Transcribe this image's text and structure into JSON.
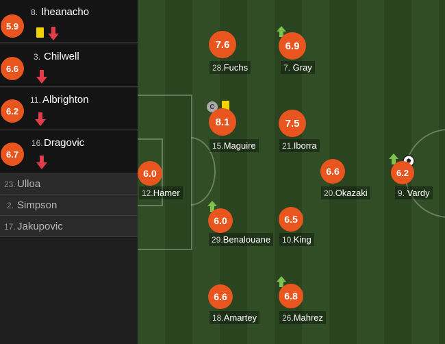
{
  "subs": [
    {
      "rating": "5.9",
      "number": "8.",
      "name": "Iheanacho",
      "yellow_card": true,
      "sub_icon": "arrow-down-icon"
    },
    {
      "rating": "6.6",
      "number": "3.",
      "name": "Chilwell",
      "yellow_card": false,
      "sub_icon": "arrow-down-icon"
    },
    {
      "rating": "6.2",
      "number": "11.",
      "name": "Albrighton",
      "yellow_card": false,
      "sub_icon": "arrow-down-icon"
    },
    {
      "rating": "6.7",
      "number": "16.",
      "name": "Dragovic",
      "yellow_card": false,
      "sub_icon": "arrow-down-icon"
    }
  ],
  "bench": [
    {
      "number": "23.",
      "name": "Ulloa"
    },
    {
      "number": "2.",
      "name": "Simpson"
    },
    {
      "number": "17.",
      "name": "Jakupovic"
    }
  ],
  "players": [
    {
      "id": "fuchs",
      "rating": "7.6",
      "number": "28.",
      "name": "Fuchs"
    },
    {
      "id": "gray",
      "rating": "6.9",
      "number": "7.",
      "name": "Gray",
      "sub_icon": "arrow-up-icon"
    },
    {
      "id": "maguire",
      "rating": "8.1",
      "number": "15.",
      "name": "Maguire",
      "captain": "C",
      "yellow_card": true
    },
    {
      "id": "iborra",
      "rating": "7.5",
      "number": "21.",
      "name": "Iborra"
    },
    {
      "id": "hamer",
      "rating": "6.0",
      "number": "12.",
      "name": "Hamer"
    },
    {
      "id": "okazaki",
      "rating": "6.6",
      "number": "20.",
      "name": "Okazaki"
    },
    {
      "id": "vardy",
      "rating": "6.2",
      "number": "9.",
      "name": "Vardy",
      "sub_icon": "arrow-up-icon",
      "goal_icon": "football-icon"
    },
    {
      "id": "benalouane",
      "rating": "6.0",
      "number": "29.",
      "name": "Benalouane",
      "sub_icon": "arrow-up-icon"
    },
    {
      "id": "king",
      "rating": "6.5",
      "number": "10.",
      "name": "King"
    },
    {
      "id": "amartey",
      "rating": "6.6",
      "number": "18.",
      "name": "Amartey"
    },
    {
      "id": "mahrez",
      "rating": "6.8",
      "number": "26.",
      "name": "Mahrez",
      "sub_icon": "arrow-up-icon"
    }
  ],
  "colors": {
    "rating_badge": "#e8551f",
    "yellow_card": "#f3d100",
    "arrow_down": "#e03c4a",
    "arrow_up": "#7cc24c"
  }
}
